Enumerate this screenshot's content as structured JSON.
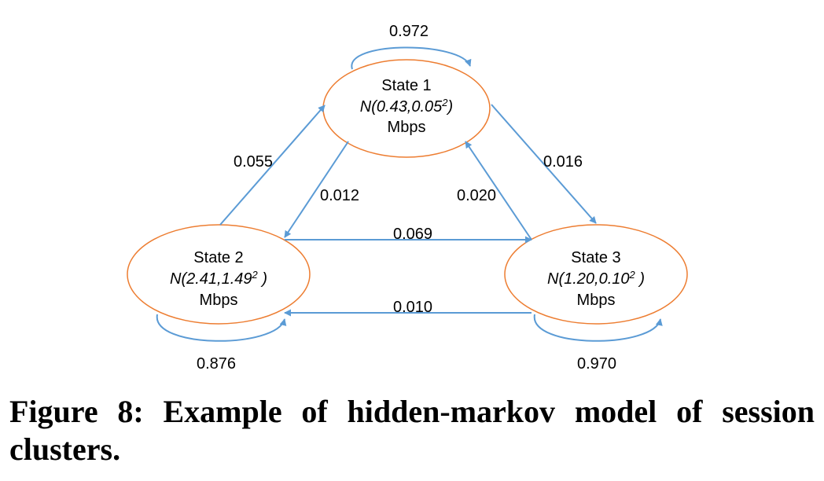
{
  "colors": {
    "state_border": "#ED7D31",
    "arrow": "#5B9BD5",
    "text": "#000000"
  },
  "states": [
    {
      "id": "s1",
      "name": "State 1",
      "dist_prefix": "N(0.43,0.05",
      "dist_sup": "2",
      "dist_suffix": ")",
      "unit": "Mbps"
    },
    {
      "id": "s2",
      "name": "State 2",
      "dist_prefix": "N(2.41,1.49",
      "dist_sup": "2",
      "dist_suffix": " )",
      "unit": "Mbps"
    },
    {
      "id": "s3",
      "name": "State 3",
      "dist_prefix": "N(1.20,0.10",
      "dist_sup": "2",
      "dist_suffix": " )",
      "unit": "Mbps"
    }
  ],
  "transitions": [
    {
      "from": "State 1",
      "to": "State 1",
      "label": "0.972"
    },
    {
      "from": "State 2",
      "to": "State 1",
      "label": "0.055"
    },
    {
      "from": "State 1",
      "to": "State 3",
      "label": "0.016"
    },
    {
      "from": "State 1",
      "to": "State 2",
      "label": "0.012"
    },
    {
      "from": "State 3",
      "to": "State 1",
      "label": "0.020"
    },
    {
      "from": "State 2",
      "to": "State 3",
      "label": "0.069"
    },
    {
      "from": "State 3",
      "to": "State 2",
      "label": "0.010"
    },
    {
      "from": "State 2",
      "to": "State 2",
      "label": "0.876"
    },
    {
      "from": "State 3",
      "to": "State 3",
      "label": "0.970"
    }
  ],
  "caption": "Figure 8: Example of hidden-markov model of session clusters."
}
